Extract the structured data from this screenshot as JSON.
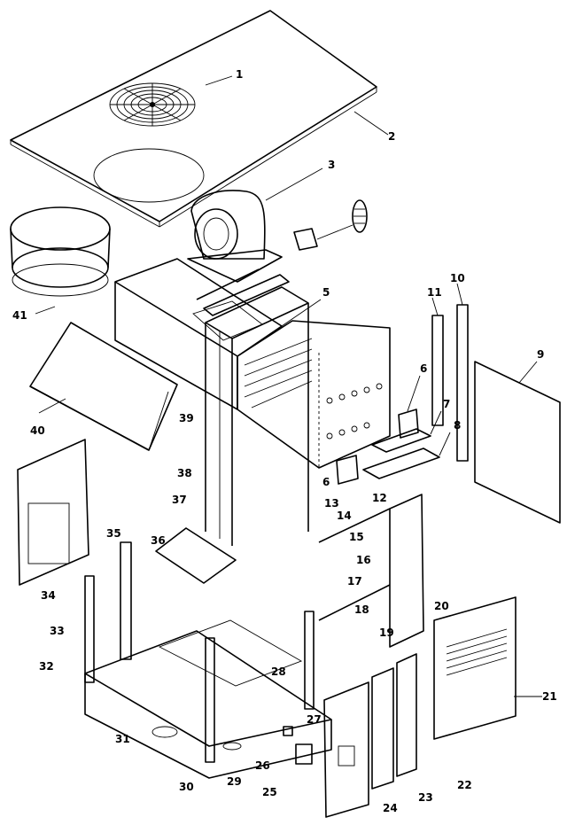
{
  "part_labels": [
    "1",
    "2",
    "3",
    "5",
    "6",
    "7",
    "8",
    "9",
    "10",
    "11",
    "12",
    "13",
    "14",
    "15",
    "16",
    "17",
    "18",
    "19",
    "20",
    "21",
    "22",
    "23",
    "24",
    "25",
    "26",
    "27",
    "28",
    "29",
    "30",
    "31",
    "32",
    "33",
    "34",
    "35",
    "36",
    "37",
    "38",
    "39",
    "40",
    "41"
  ]
}
